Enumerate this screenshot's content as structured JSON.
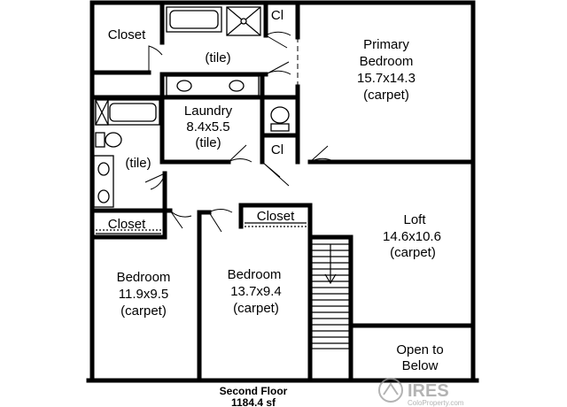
{
  "rooms": {
    "closet_top": "Closet",
    "bath_top": "(tile)",
    "cl_top": "Cl",
    "primary": [
      "Primary",
      "Bedroom",
      "15.7x14.3",
      "(carpet)"
    ],
    "laundry": [
      "Laundry",
      "8.4x5.5",
      "(tile)"
    ],
    "cl_mid": "Cl",
    "bath_left": "(tile)",
    "closet_left": "Closet",
    "closet_mid": "Closet",
    "loft": [
      "Loft",
      "14.6x10.6",
      "(carpet)"
    ],
    "bedroom_left": [
      "Bedroom",
      "11.9x9.5",
      "(carpet)"
    ],
    "bedroom_mid": [
      "Bedroom",
      "13.7x9.4",
      "(carpet)"
    ],
    "open_below": [
      "Open to",
      "Below"
    ]
  },
  "footer": {
    "floor": "Second Floor",
    "area": "1184.4 sf"
  },
  "watermark": {
    "brand": "IRES",
    "site": "ColoProperty.com"
  },
  "colors": {
    "wall": "#000000",
    "background": "#ffffff",
    "watermark": "#9a9a9a"
  }
}
